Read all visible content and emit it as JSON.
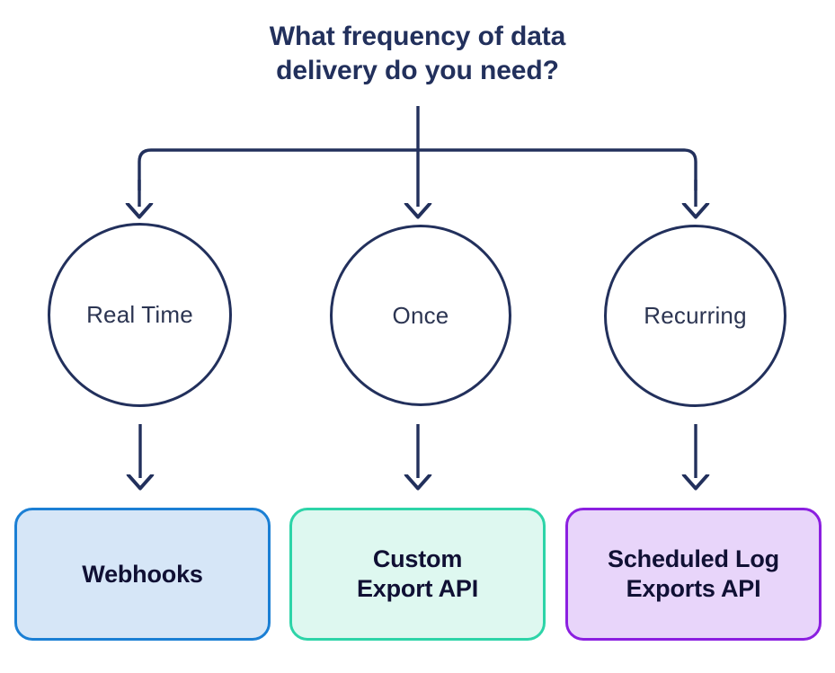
{
  "diagram": {
    "title": "What frequency of data\ndelivery do you need?",
    "background_color": "#FFFFFF",
    "connector_color": "#22305C"
  },
  "branches": [
    {
      "id": "real-time",
      "circle_label": "Real Time",
      "circle_border_color": "#22305C",
      "circle_text_color": "#2C3552",
      "outcome_label": "Webhooks",
      "outcome_border_color": "#1B7FD4",
      "outcome_fill_color": "#D6E6F7",
      "outcome_text_color": "#101034"
    },
    {
      "id": "once",
      "circle_label": "Once",
      "circle_border_color": "#22305C",
      "circle_text_color": "#2C3552",
      "outcome_label": "Custom\nExport API",
      "outcome_border_color": "#2DD4A8",
      "outcome_fill_color": "#DEF8F0",
      "outcome_text_color": "#101034"
    },
    {
      "id": "recurring",
      "circle_label": "Recurring",
      "circle_border_color": "#22305C",
      "circle_text_color": "#2C3552",
      "outcome_label": "Scheduled Log\nExports API",
      "outcome_border_color": "#8B1FE0",
      "outcome_fill_color": "#E8D5FA",
      "outcome_text_color": "#101034"
    }
  ]
}
